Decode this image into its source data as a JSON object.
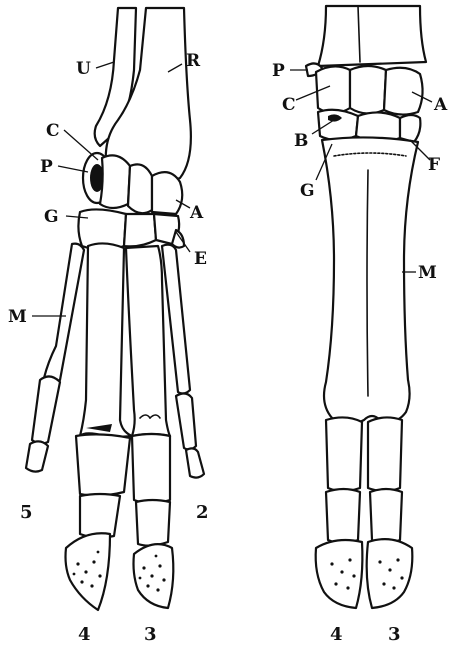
{
  "left_figure": {
    "labels": {
      "U": "U",
      "R": "R",
      "C": "C",
      "P": "P",
      "G": "G",
      "A": "A",
      "E": "E",
      "M": "M"
    },
    "digits": {
      "d5": "5",
      "d4": "4",
      "d3": "3",
      "d2": "2"
    }
  },
  "right_figure": {
    "labels": {
      "P": "P",
      "C": "C",
      "A": "A",
      "B": "B",
      "F": "F",
      "G": "G",
      "M": "M"
    },
    "digits": {
      "d4": "4",
      "d3": "3"
    }
  }
}
